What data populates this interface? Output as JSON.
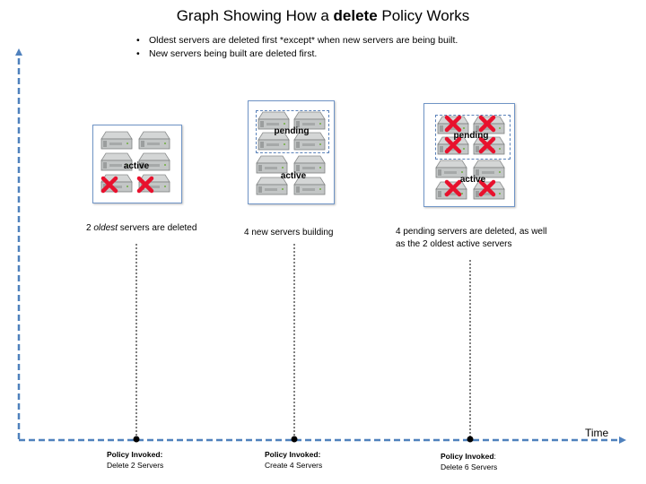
{
  "title": {
    "prefix": "Graph Showing How a ",
    "bold": "delete",
    "suffix": " Policy Works"
  },
  "bullets": [
    "Oldest servers are deleted first *except* when new servers are being built.",
    "New servers being built are deleted first."
  ],
  "axis": {
    "x_label": "Time",
    "color": "#4f81bd"
  },
  "stages": [
    {
      "caption_parts": [
        "2 ",
        "oldest",
        " servers are deleted"
      ],
      "active_label": "active",
      "pending_label": "",
      "pending_count": 0,
      "active_count": 4,
      "policy_label": "Policy Invoked",
      "policy_action": "Delete 2 Servers"
    },
    {
      "caption": "4 new servers building",
      "pending_label": "pending",
      "active_label": "active",
      "pending_count": 4,
      "active_count": 4,
      "policy_label": "Policy Invoked",
      "policy_action": "Create 4 Servers"
    },
    {
      "caption_line1": "4 pending servers are deleted, as well",
      "caption_line2": "as the 2 oldest active servers",
      "pending_label": "pending",
      "active_label": "active",
      "pending_count": 4,
      "active_count": 4,
      "policy_label": "Policy Invoked",
      "policy_action": "Delete 6 Servers"
    }
  ],
  "colors": {
    "delete_mark": "#e8112d",
    "box_border": "#6f94c6"
  }
}
